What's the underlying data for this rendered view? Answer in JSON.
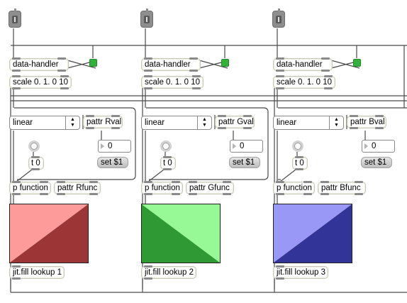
{
  "inlets": [
    {
      "glyph": "i"
    },
    {
      "glyph": "i"
    },
    {
      "glyph": "i"
    }
  ],
  "channels": [
    {
      "handler": "data-handler",
      "scale": "scale 0. 1. 0 10",
      "menu_value": "linear",
      "pattr_val": "pattr Rval",
      "number_value": "0",
      "set_msg": "set $1",
      "trigger": "t 0",
      "function_label": "p function",
      "pattr_func": "pattr Rfunc",
      "fill": "jit.fill lookup 1",
      "color_light": "#fd9b9b",
      "color_dark": "#9c3535"
    },
    {
      "handler": "data-handler",
      "scale": "scale 0. 1. 0 10",
      "menu_value": "linear",
      "pattr_val": "pattr Gval",
      "number_value": "0",
      "set_msg": "set $1",
      "trigger": "t 0",
      "function_label": "p function",
      "pattr_func": "pattr Gfunc",
      "fill": "jit.fill lookup 2",
      "color_light": "#97f995",
      "color_dark": "#2f9a34"
    },
    {
      "handler": "data-handler",
      "scale": "scale 0. 1. 0 10",
      "menu_value": "linear",
      "pattr_val": "pattr Bval",
      "number_value": "0",
      "set_msg": "set $1",
      "trigger": "t 0",
      "function_label": "p function",
      "pattr_func": "pattr Bfunc",
      "fill": "jit.fill lookup 3",
      "color_light": "#9a98f6",
      "color_dark": "#333497"
    }
  ],
  "colors": {
    "patch_cord": "#4a4a4a",
    "toggle": "#34b13a"
  }
}
